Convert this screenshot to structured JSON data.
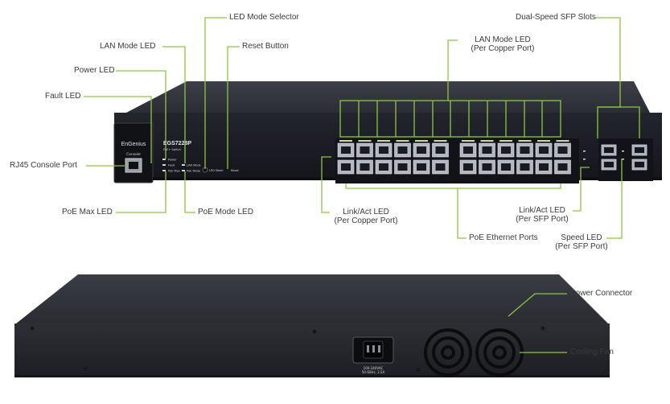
{
  "labels": {
    "led_mode_selector": "LED Mode Selector",
    "lan_mode_led": "LAN Mode LED",
    "reset_button": "Reset Button",
    "power_led": "Power LED",
    "fault_led": "Fault LED",
    "rj45_console_port": "RJ45 Console Port",
    "poe_max_led": "PoE Max LED",
    "poe_mode_led": "PoE Mode LED",
    "lan_mode_led_per_copper_1": "LAN Mode LED",
    "lan_mode_led_per_copper_2": "(Per Copper Port)",
    "dual_speed_sfp_slots": "Dual-Speed SFP Slots",
    "link_act_led_copper_1": "Link/Act LED",
    "link_act_led_copper_2": "(Per Copper Port)",
    "poe_ethernet_ports": "PoE Ethernet Ports",
    "link_act_led_sfp_1": "Link/Act LED",
    "link_act_led_sfp_2": "(Per SFP Port)",
    "speed_led_sfp_1": "Speed LED",
    "speed_led_sfp_2": "(Per SFP Port)",
    "power_connector": "Power Connector",
    "cooling_fan": "Cooling Fan"
  },
  "device": {
    "brand": "EnGenius",
    "model": "EGS7228P",
    "subtitle": "PoE+ Switch",
    "console": "Console",
    "front_leds": {
      "power": "Power",
      "fault": "Fault",
      "poe_max": "PoE Max",
      "lan_mode": "LAN Mode",
      "poe_mode": "PoE Mode",
      "led_mode": "LED Mode",
      "reset": "Reset"
    },
    "power_rating_1": "100-240VAC",
    "power_rating_2": "50-60Hz, 3.5A"
  },
  "colors": {
    "callout": "#8dc63f",
    "label_text": "#3a3a3a",
    "chassis": "#2b2e36",
    "front_panel": "#1c1e26"
  }
}
